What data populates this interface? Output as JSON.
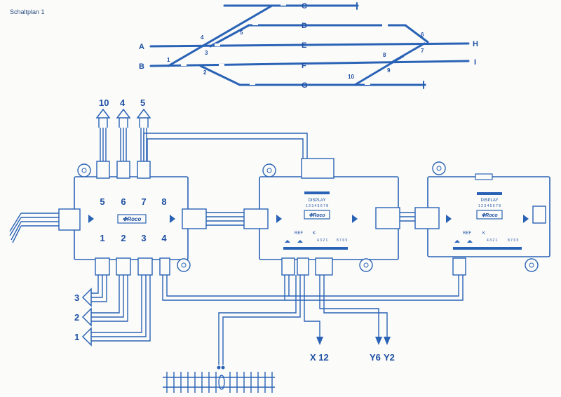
{
  "title": "Schaltplan 1",
  "colors": {
    "line": "#2a63b6",
    "ink": "#1d4fa3",
    "paper": "#fbfbf9"
  },
  "track_labels": {
    "A": "A",
    "B": "B",
    "C": "C",
    "D": "D",
    "E": "E",
    "F": "F",
    "G": "G",
    "H": "H",
    "I": "I"
  },
  "switch_numbers": {
    "1": "1",
    "2": "2",
    "3": "3",
    "4": "4",
    "5": "5",
    "6": "6",
    "7": "7",
    "8": "8",
    "9": "9",
    "10": "10"
  },
  "module1": {
    "logo": "✤Roco",
    "top_ports": [
      "5",
      "6",
      "7",
      "8"
    ],
    "bottom_ports": [
      "1",
      "2",
      "3",
      "4"
    ]
  },
  "module_display": {
    "display_label": "DISPLAY",
    "display_digits": "1 2 3 4 5 6 7 8",
    "logo": "✤Roco",
    "ref_label": "REF",
    "k_label": "K",
    "k_values_a": "4 3 2 1",
    "k_values_b": "8 7 6 5"
  },
  "output_labels": {
    "up": [
      "10",
      "4",
      "5"
    ],
    "left": [
      "3",
      "2",
      "1"
    ],
    "x": "X 12",
    "y6": "Y6",
    "y2": "Y2"
  }
}
